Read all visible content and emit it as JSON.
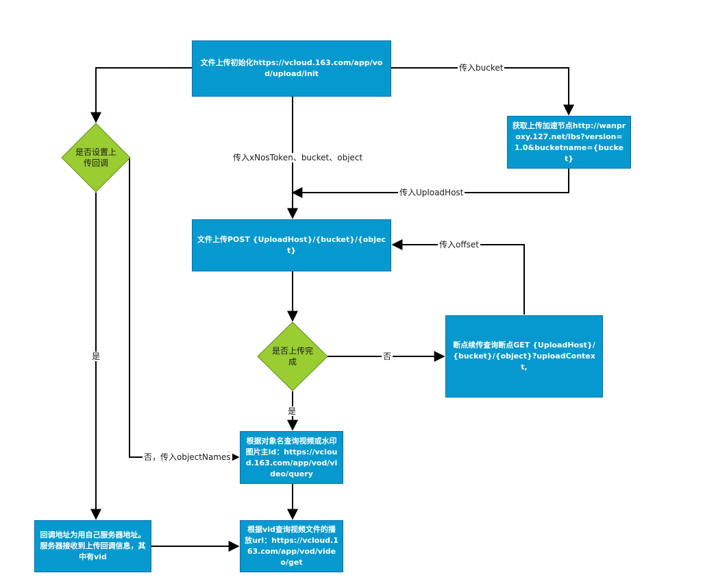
{
  "colors": {
    "process_fill": "#0599CF",
    "process_stroke": "#006EAF",
    "decision_fill": "#9ACD32",
    "decision_stroke": "#5E8C20",
    "edge": "#000000"
  },
  "nodes": {
    "init": "文件上传初始化https://vcloud.163.com/app/vod/upload/init",
    "lbs": "获取上传加速节点http://wanproxy.127.net/lbs?version=1.0&bucketname={bucket}",
    "callback_decision": "是否设置上传回调",
    "upload_post": "文件上传POST {UploadHost}/{bucket}/{object}",
    "upload_done_decision": "是否上传完成",
    "resume_query": "断点续传查询断点GET {UploadHost}/{bucket}/{object}?uploadContext,",
    "query_video_id": "根据对象名查询视频或水印图片主id：https://vcloud.163.com/app/vod/video/query",
    "callback_address": "回调地址为用自己服务器地址。服务器接收到上传回调信息，其中有vid",
    "get_play_url": "根据vid查询视频文件的播放url：https://vcloud.163.com/app/vod/video/get"
  },
  "edge_labels": {
    "pass_bucket": "传入bucket",
    "pass_token": "传入xNosToken、bucket、object",
    "pass_upload_host": "传入UploadHost",
    "pass_offset": "传入offset",
    "no_upload": "否",
    "yes_upload": "是",
    "yes_callback": "是",
    "no_callback": "否，传入objectNames"
  }
}
